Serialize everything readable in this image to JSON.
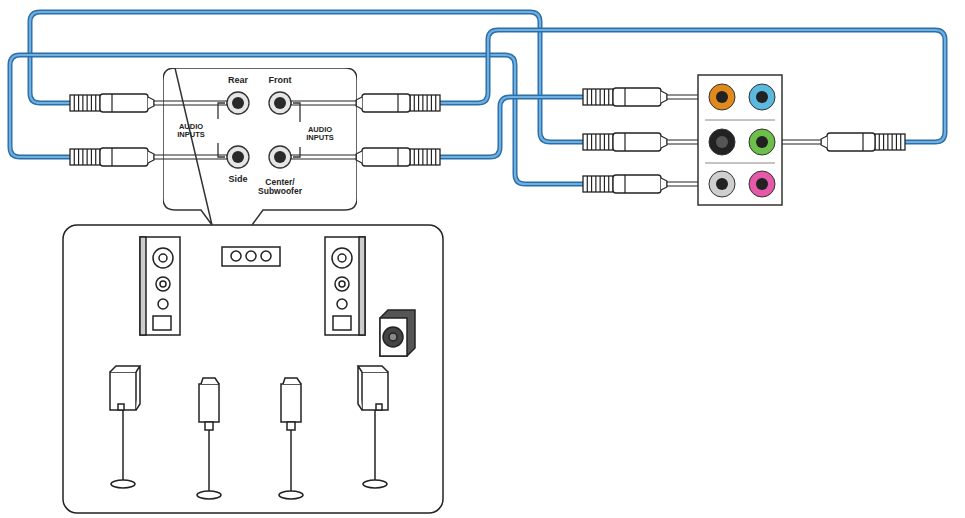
{
  "diagram": {
    "nodes": [
      {
        "text": [
          "Rear",
          "Front",
          "AUDIO INPUTS",
          "AUDIO INPUTS",
          "Side",
          "Center/ Subwoofer"
        ]
      }
    ]
  }
}
